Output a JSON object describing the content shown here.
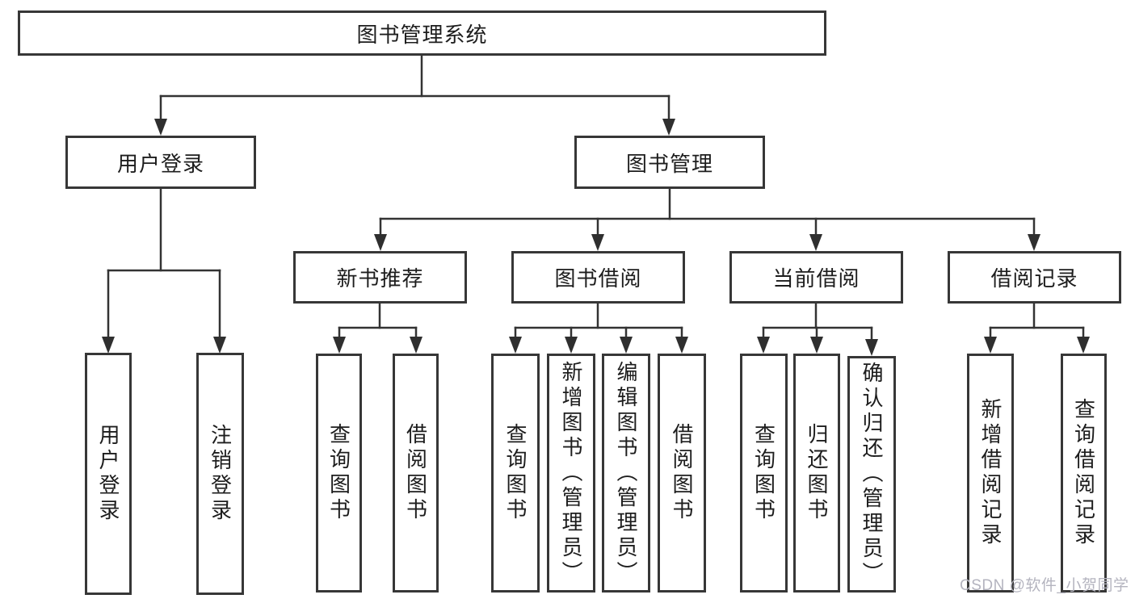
{
  "colors": {
    "background": "#ffffff",
    "line": "#333333",
    "box_border": "#373737",
    "text": "#1d1d1d",
    "watermark": "#b4b4bf"
  },
  "diagram": {
    "root": {
      "label": "图书管理系统"
    },
    "branches": [
      {
        "label": "用户登录",
        "children": [
          {
            "label": "用户登录"
          },
          {
            "label": "注销登录"
          }
        ]
      },
      {
        "label": "图书管理",
        "children": [
          {
            "label": "新书推荐",
            "children": [
              {
                "label": "查询图书"
              },
              {
                "label": "借阅图书"
              }
            ]
          },
          {
            "label": "图书借阅",
            "children": [
              {
                "label": "查询图书"
              },
              {
                "label": "新增图书（管理员）"
              },
              {
                "label": "编辑图书（管理员）"
              },
              {
                "label": "借阅图书"
              }
            ]
          },
          {
            "label": "当前借阅",
            "children": [
              {
                "label": "查询图书"
              },
              {
                "label": "归还图书"
              },
              {
                "label": "确认归还（管理员）"
              }
            ]
          },
          {
            "label": "借阅记录",
            "children": [
              {
                "label": "新增借阅记录"
              },
              {
                "label": "查询借阅记录"
              }
            ]
          }
        ]
      }
    ]
  },
  "watermark": {
    "text": "CSDN @软件_小贺同学"
  }
}
